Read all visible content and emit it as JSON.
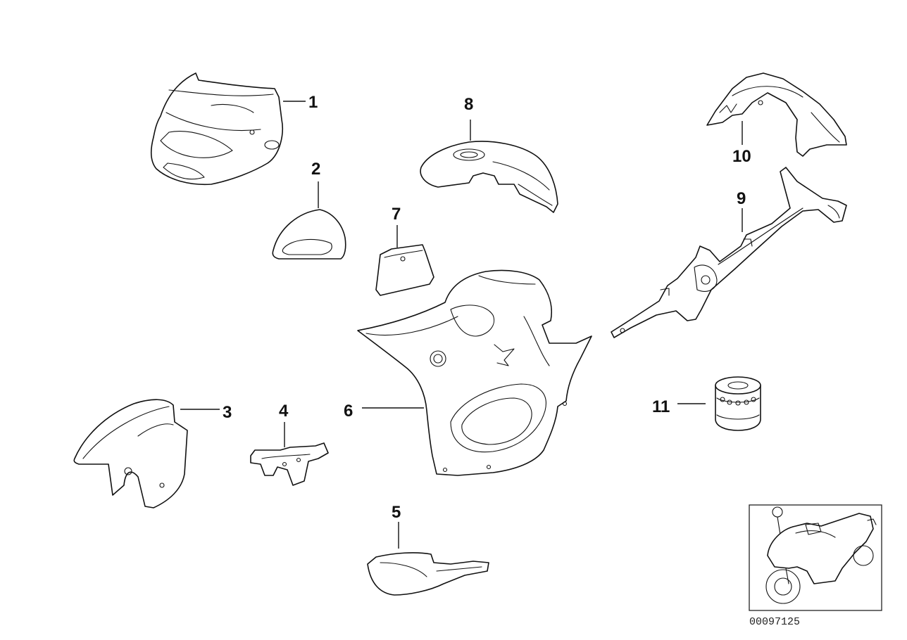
{
  "diagram": {
    "callouts": [
      {
        "id": "part-1",
        "label": "1"
      },
      {
        "id": "part-2",
        "label": "2"
      },
      {
        "id": "part-3",
        "label": "3"
      },
      {
        "id": "part-4",
        "label": "4"
      },
      {
        "id": "part-5",
        "label": "5"
      },
      {
        "id": "part-6",
        "label": "6"
      },
      {
        "id": "part-7",
        "label": "7"
      },
      {
        "id": "part-8",
        "label": "8"
      },
      {
        "id": "part-9",
        "label": "9"
      },
      {
        "id": "part-10",
        "label": "10"
      },
      {
        "id": "part-11",
        "label": "11"
      }
    ],
    "document_number": "00097125"
  }
}
